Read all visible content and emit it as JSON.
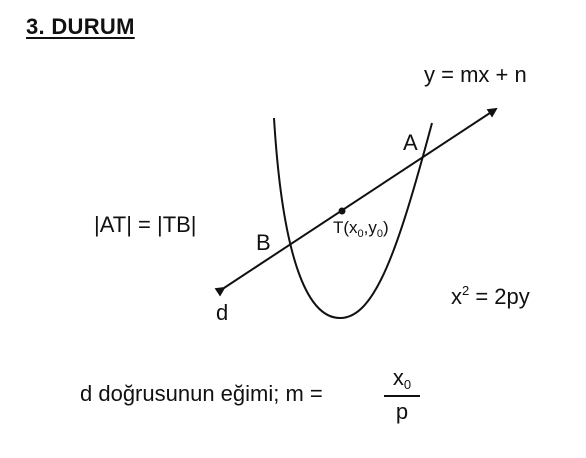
{
  "heading": "3. DURUM",
  "line_equation": "y = mx + n",
  "point_a": "A",
  "point_b": "B",
  "point_t": {
    "name": "T(x",
    "s1": "0",
    "mid": ",y",
    "s2": "0",
    "close": ")"
  },
  "line_name": "d",
  "condition": "|AT| = |TB|",
  "parabola_equation": {
    "left": "x",
    "exp": "2",
    "right": " = 2py"
  },
  "formula": {
    "text": "d doğrusunun eğimi; m =",
    "numerator": "x",
    "numerator_sub": "0",
    "denominator": "p"
  },
  "colors": {
    "ink": "#111111"
  }
}
